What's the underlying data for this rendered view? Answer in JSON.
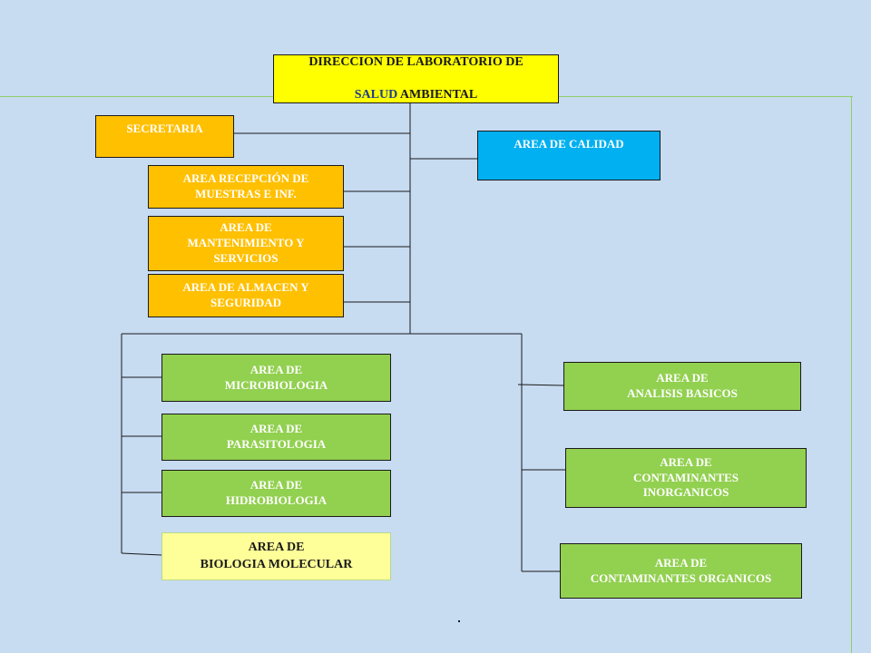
{
  "director": {
    "line1": "DIRECCION DE LABORATORIO DE",
    "line2_a": "SALUD",
    "line2_b": " AMBIENTAL"
  },
  "staff": {
    "secretaria": "SECRETARIA",
    "calidad": "AREA DE CALIDAD",
    "recepcion": "AREA RECEPCIÓN DE\nMUESTRAS E INF.",
    "mantenimiento": "AREA DE\nMANTENIMIENTO Y\nSERVICIOS",
    "almacen": "AREA DE ALMACEN Y\nSEGURIDAD"
  },
  "left_branch": {
    "microbiologia": "AREA  DE\nMICROBIOLOGIA",
    "parasitologia": "AREA  DE\nPARASITOLOGIA",
    "hidrobiologia": "AREA  DE\nHIDROBIOLOGIA",
    "biologia_molecular": "AREA  DE\nBIOLOGIA MOLECULAR"
  },
  "right_branch": {
    "analisis_basicos": "AREA  DE\nANALISIS BASICOS",
    "contaminantes_inorganicos": "AREA  DE\nCONTAMINANTES\nINORGANICOS",
    "contaminantes_organicos": "AREA  DE\nCONTAMINANTES ORGANICOS"
  },
  "colors": {
    "background": "#c7dbf1",
    "director": "#ffff00",
    "staff_orange": "#ffc000",
    "quality_blue": "#00b0f0",
    "area_green": "#92d050",
    "molecular_yellow": "#ffff99"
  }
}
